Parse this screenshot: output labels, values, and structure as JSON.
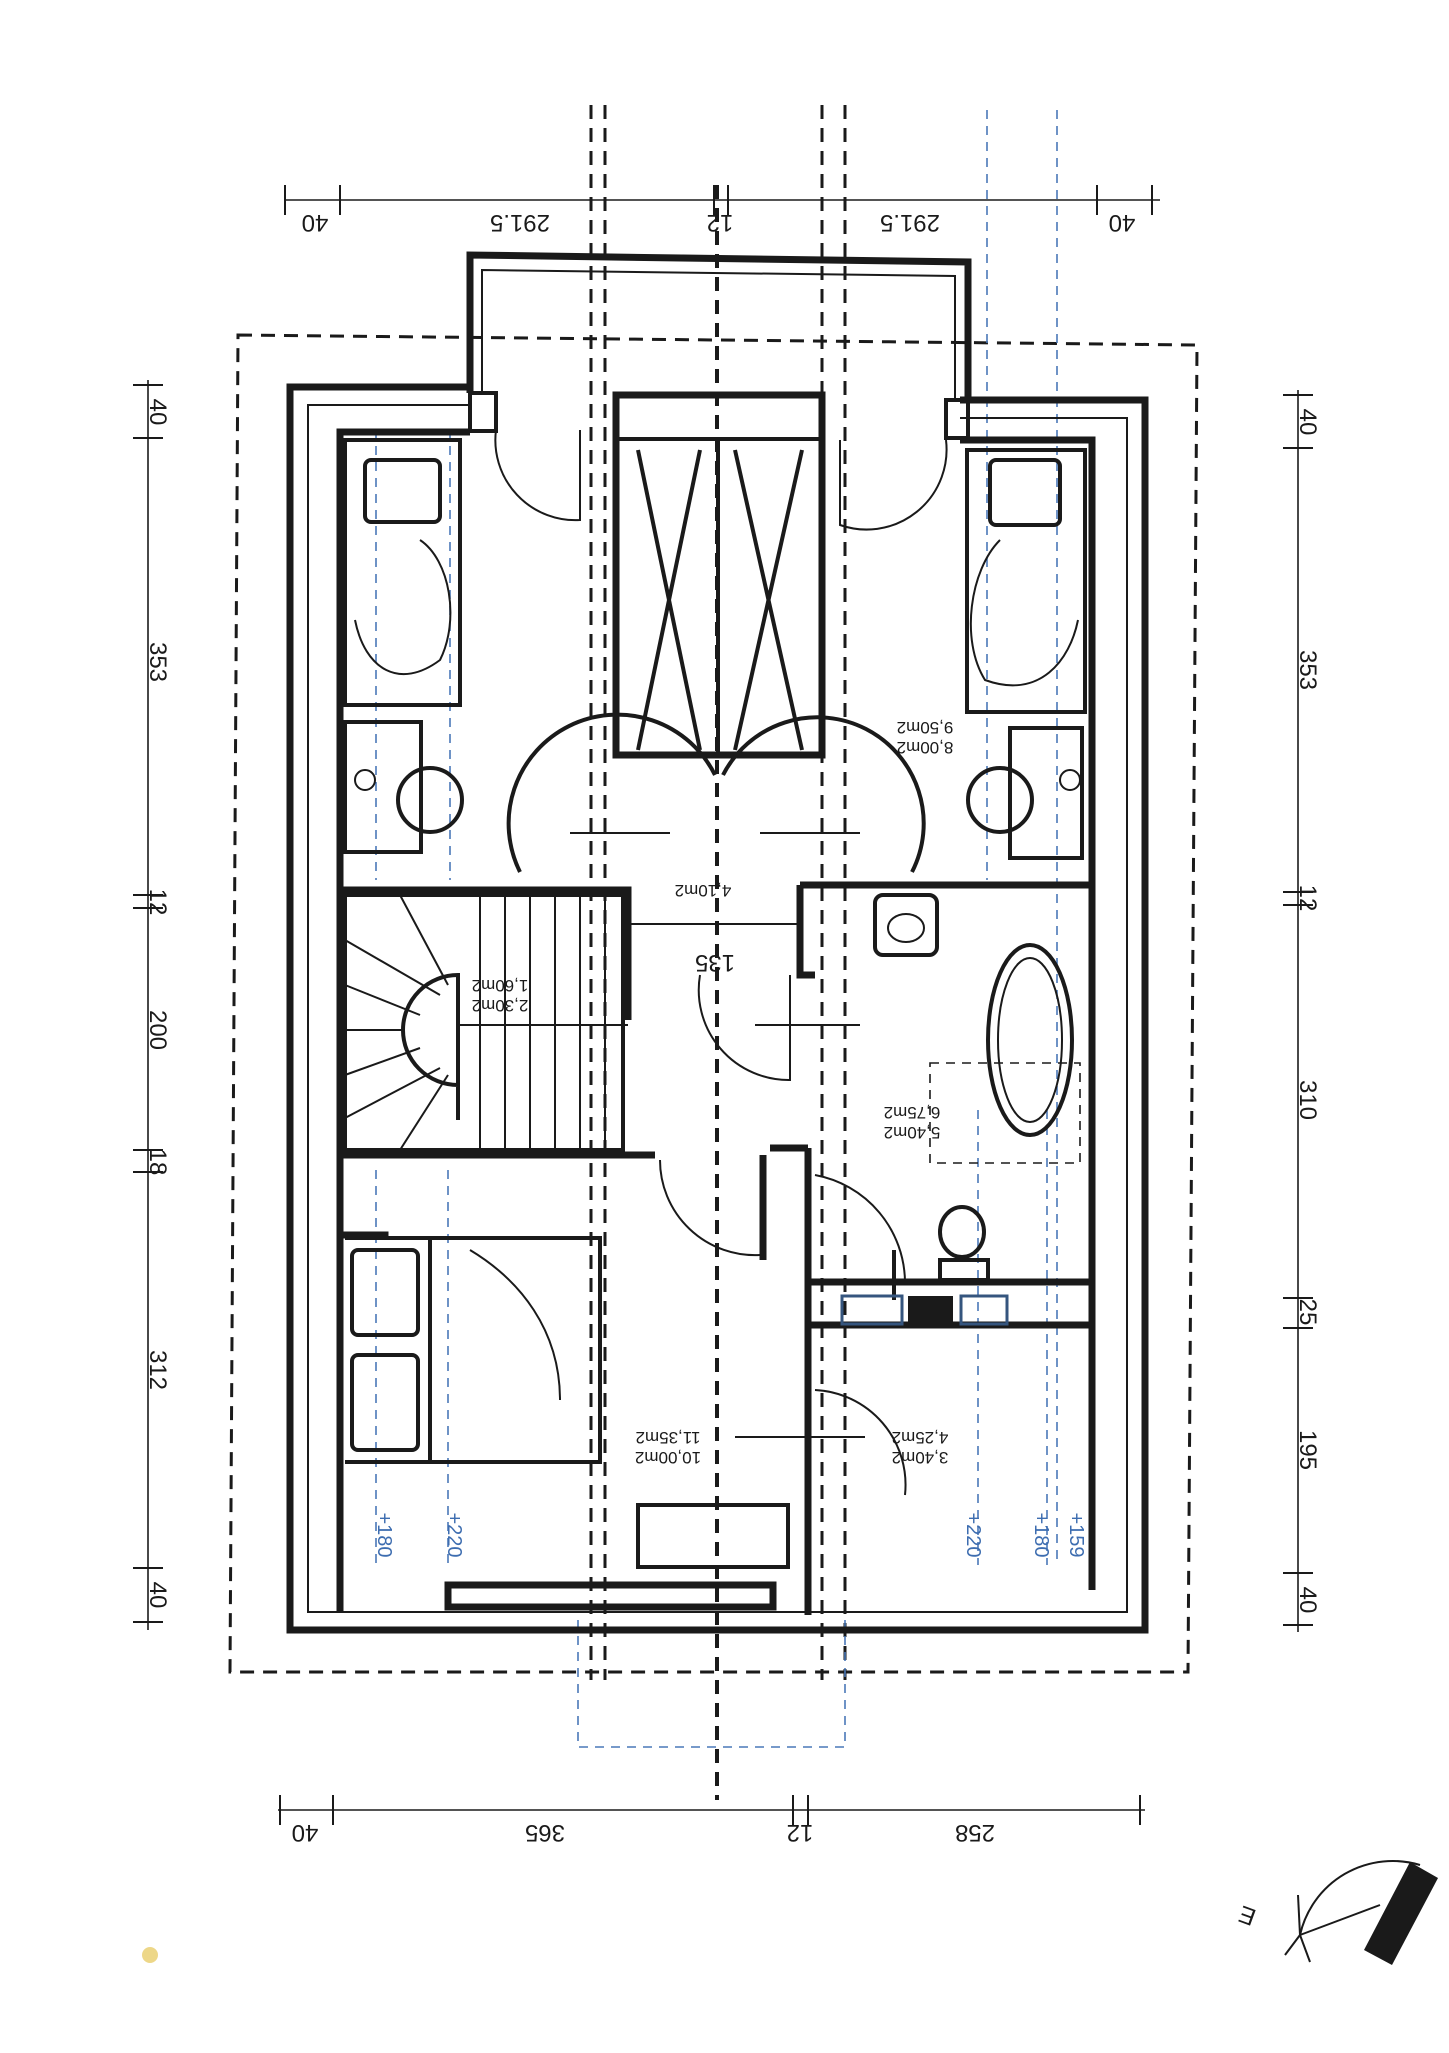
{
  "drawing": {
    "type": "floor plan",
    "colors": {
      "line": "#1a1a1a",
      "blue_annotation": "#4a78b8",
      "background": "#ffffff"
    }
  },
  "dimensions": {
    "top": [
      "40",
      "291.5",
      "12",
      "291.5",
      "40"
    ],
    "bottom": [
      "40",
      "365",
      "12",
      "258"
    ],
    "left": [
      "40",
      "353",
      "12",
      "200",
      "18",
      "312",
      "40"
    ],
    "right": [
      "40",
      "353",
      "12",
      "310",
      "25",
      "195",
      "40"
    ]
  },
  "areas": {
    "room_top_right_a": "8,00m2",
    "room_top_right_b": "9,50m2",
    "hall_top": "4,10m2",
    "hall_width": "135",
    "stairs_a": "2,30m2",
    "stairs_b": "1,60m2",
    "bath_a": "5,40m2",
    "bath_b": "6,75m2",
    "bedroom_a": "10,00m2",
    "bedroom_b": "11,35m2",
    "room_small_a": "3,40m2",
    "room_small_b": "4,25m2"
  },
  "heights": {
    "left_a": "+180",
    "left_b": "+220",
    "right_a": "+220",
    "right_b": "+180",
    "right_c": "+159"
  },
  "compass": {
    "label": "E"
  }
}
